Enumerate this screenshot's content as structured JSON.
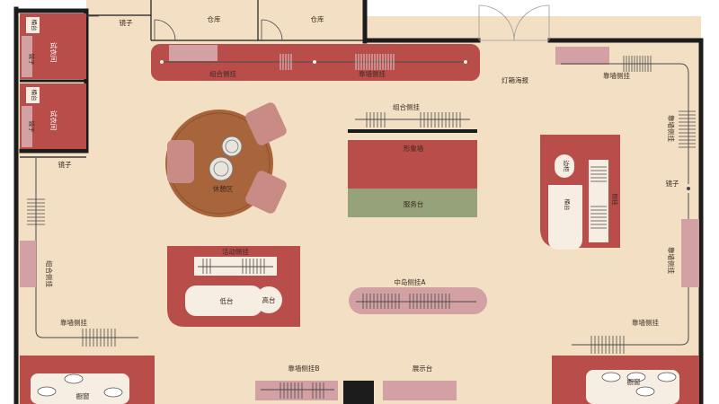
{
  "labels": {
    "mirror": "镜子",
    "fitting_room": "试衣间",
    "warehouse": "仓库",
    "combo_side_hang": "组合侧挂",
    "wall_side_hang": "靠墙侧挂",
    "wall_side_hang_b": "靠墙侧挂B",
    "lightbox_poster": "灯箱海报",
    "image_wall": "形象墙",
    "service_desk": "服务台",
    "lounge": "休憩区",
    "promo_side_hang": "活动侧挂",
    "low_table": "低台",
    "high_table": "高台",
    "island_side_hang_a": "中岛侧挂A",
    "display_table": "展示台",
    "window": "橱窗",
    "side_table": "边柜",
    "side_hang": "侧挂",
    "unit_short": "桶台"
  },
  "colors": {
    "floor": "#f3dfc4",
    "wall": "#1c1c1c",
    "red": "#b94d49",
    "pink": "#d3a1a4",
    "green": "#96a37a",
    "cream": "#f6ede3",
    "chair": "#c98b86",
    "table_wood": "#a8643a"
  }
}
